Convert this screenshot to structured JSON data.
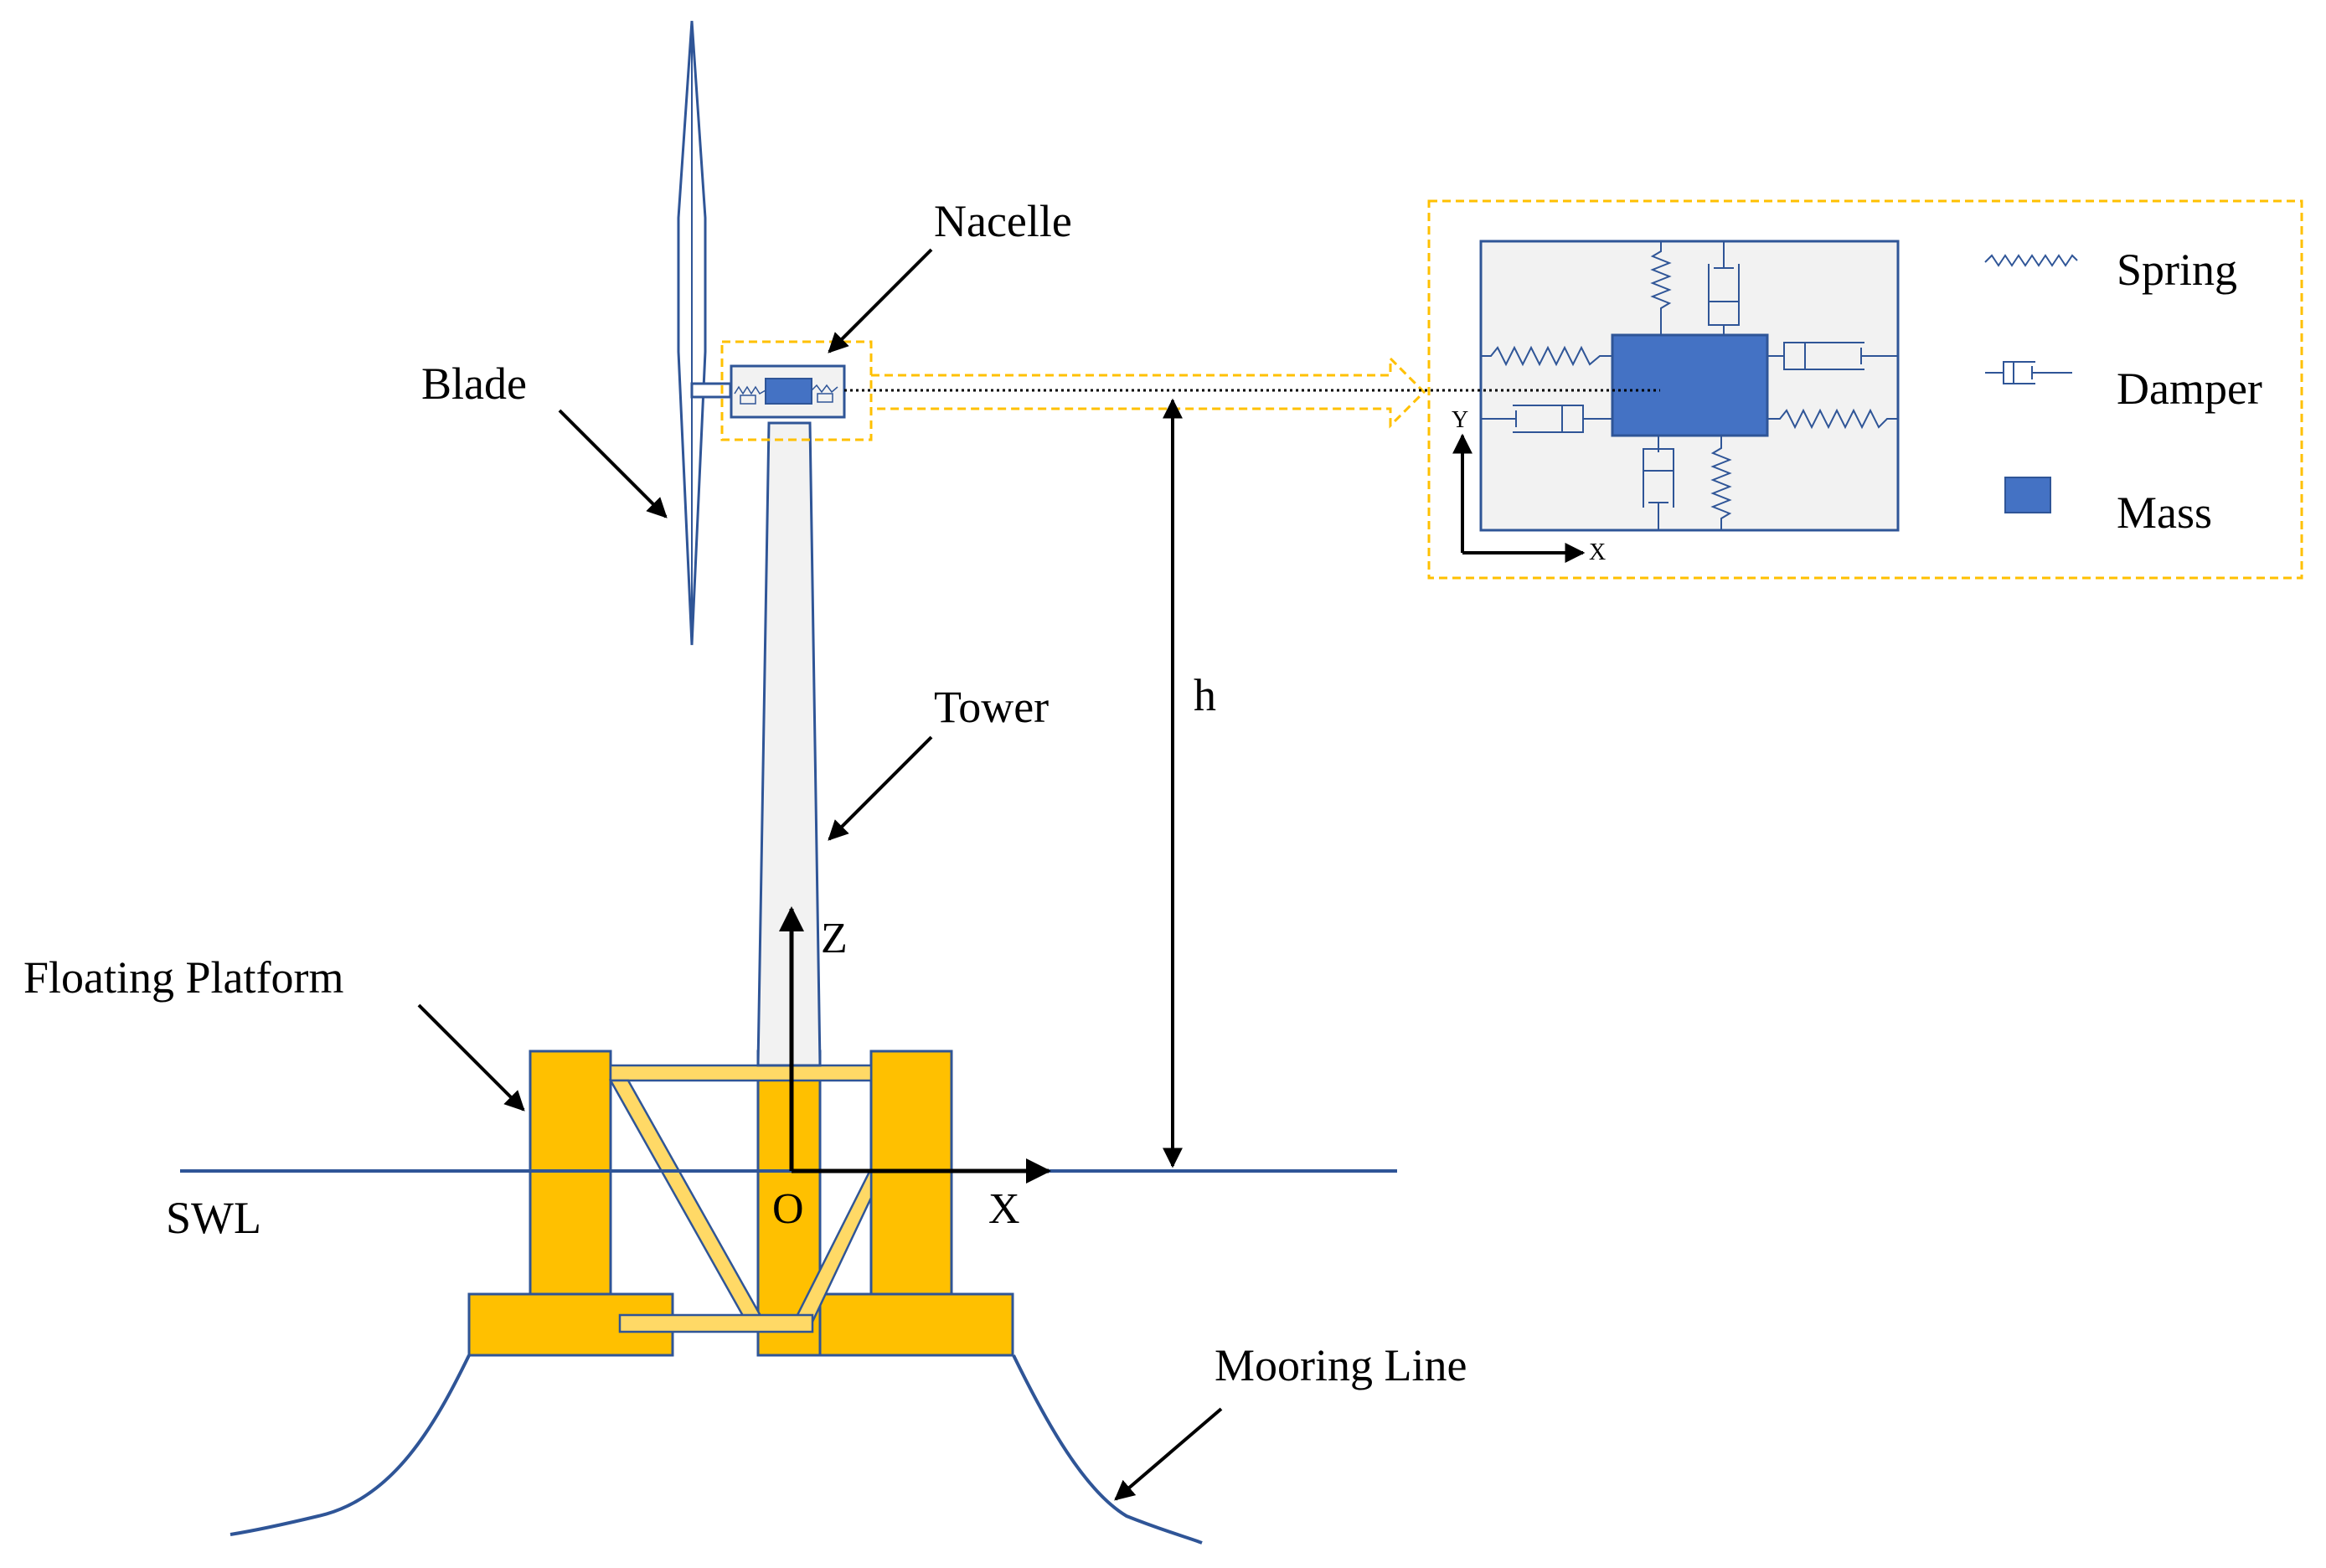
{
  "labels": {
    "nacelle": "Nacelle",
    "blade": "Blade",
    "tower": "Tower",
    "floating_platform": "Floating Platform",
    "swl": "SWL",
    "mooring_line": "Mooring Line",
    "height": "h",
    "axis_z": "Z",
    "axis_x": "X",
    "origin": "O"
  },
  "inset": {
    "axis_y": "Y",
    "axis_x": "X"
  },
  "legend": {
    "spring": "Spring",
    "damper": "Damper",
    "mass": "Mass"
  },
  "colors": {
    "line_blue": "#2F5597",
    "mass_blue": "#4472C4",
    "platform_gold": "#FFC000",
    "brace_gold": "#FFD966",
    "callout_orange": "#FFC000",
    "tower_fill": "#F2F2F2",
    "inset_fill": "#F2F2F2"
  }
}
